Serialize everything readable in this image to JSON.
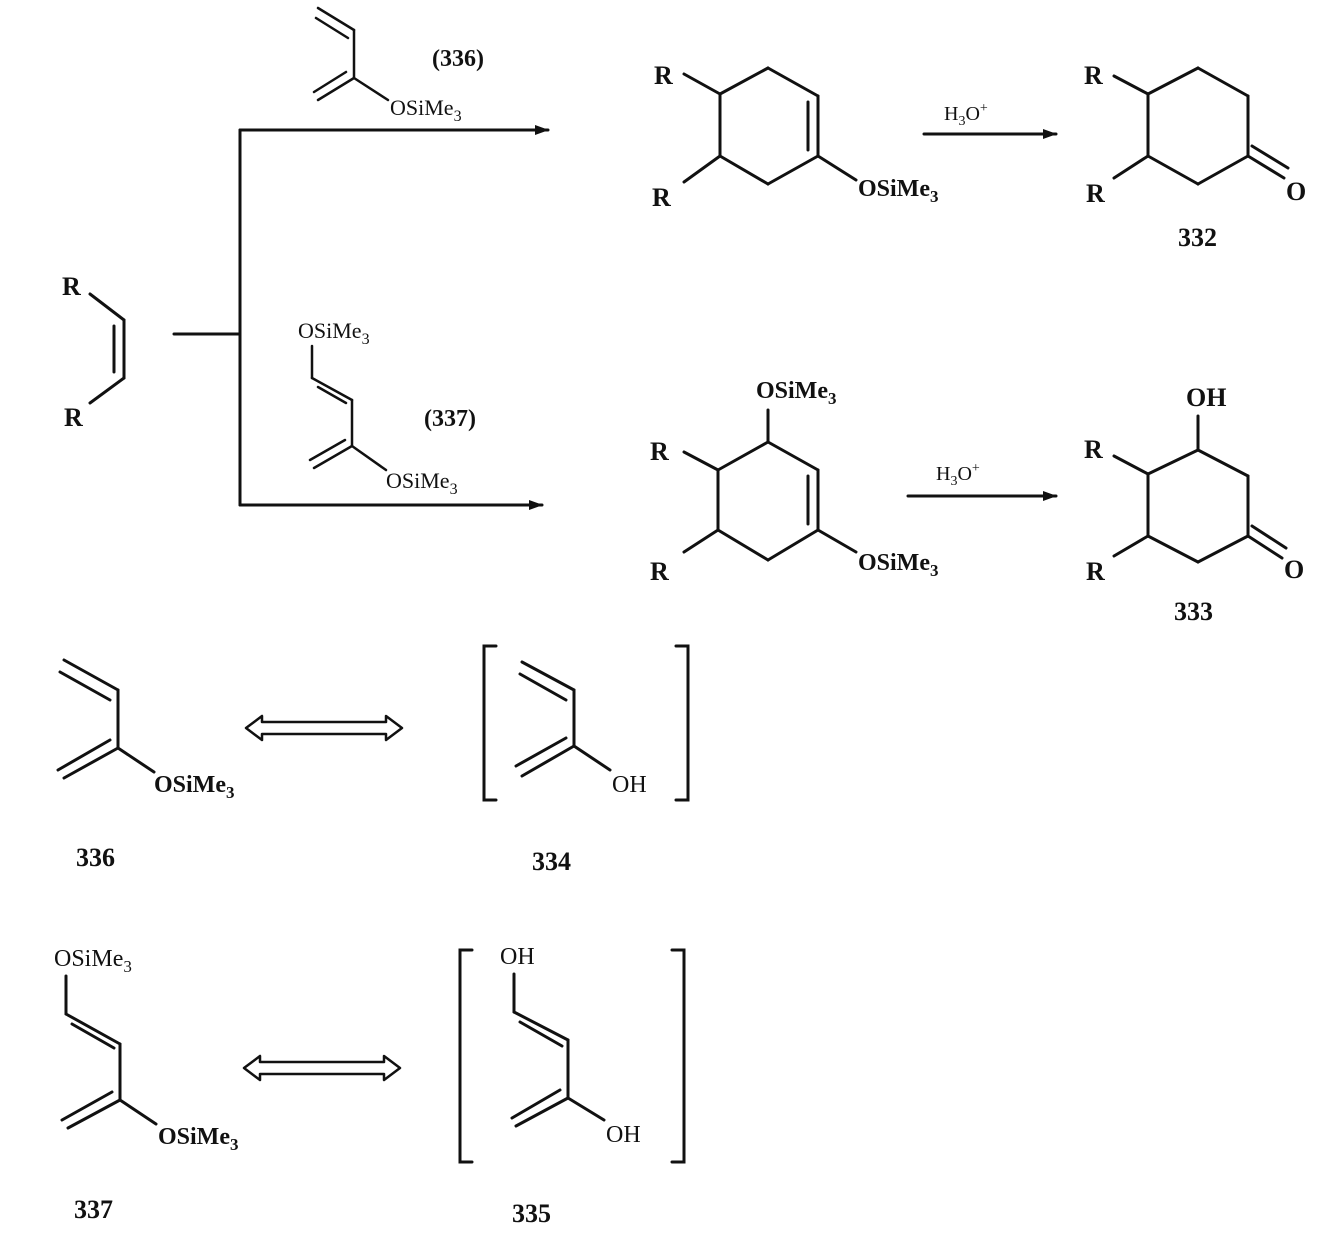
{
  "labels": {
    "r": "R",
    "osime3": "OSiMe",
    "sub3": "3",
    "h3o": "H",
    "h3o_sub": "3",
    "h3o_o": "O",
    "h3o_plus": "+",
    "o": "O",
    "oh": "OH"
  },
  "compounds": {
    "ref336": "(336)",
    "ref337": "(337)",
    "c332": "332",
    "c333": "333",
    "c336": "336",
    "c334": "334",
    "c337": "337",
    "c335": "335"
  },
  "colors": {
    "ink": "#111111",
    "background": "#ffffff"
  }
}
